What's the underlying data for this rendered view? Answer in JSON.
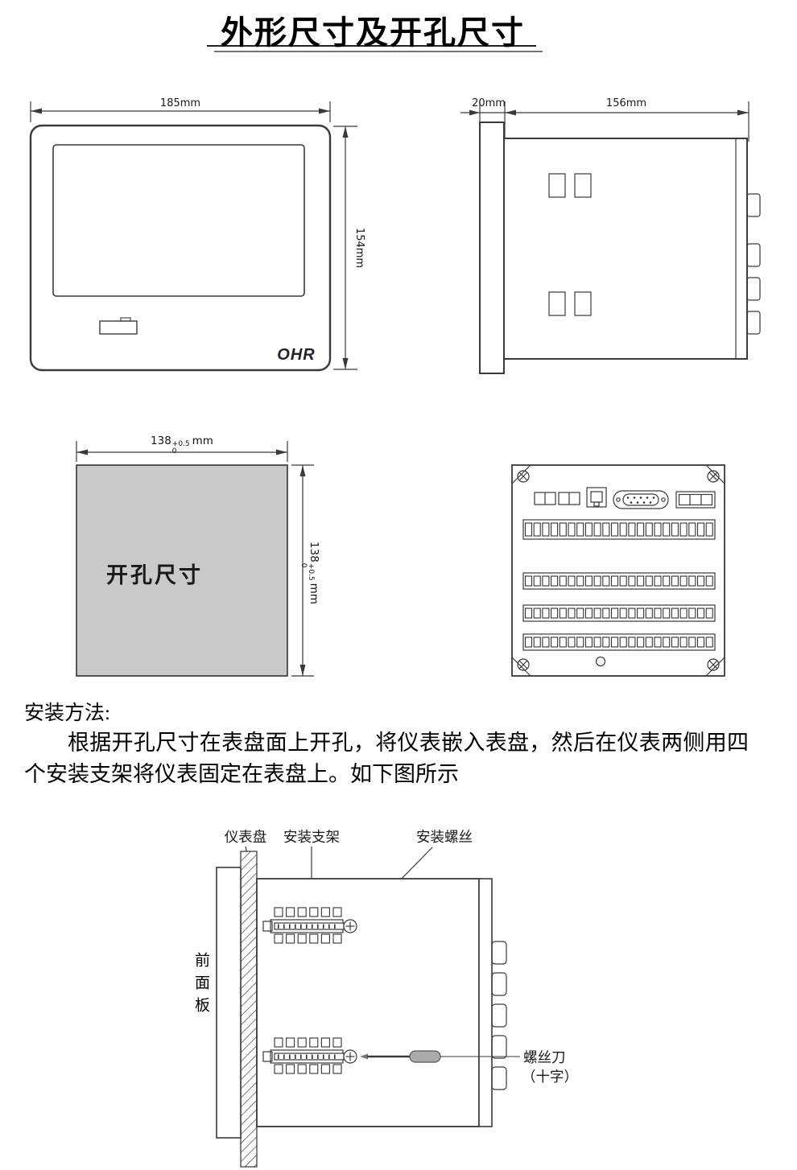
{
  "title": "外形尺寸及开孔尺寸",
  "front_view": {
    "width_label": "185mm",
    "height_label": "154mm",
    "brand": "OHR"
  },
  "side_view": {
    "flange_label": "20mm",
    "depth_label": "156mm"
  },
  "cutout": {
    "caption": "开孔尺寸",
    "value": "138",
    "tol_top": "+0.5",
    "tol_bottom": "0",
    "unit": "mm"
  },
  "install_text": {
    "heading": "安装方法:",
    "body": "根据开孔尺寸在表盘面上开孔，将仪表嵌入表盘，然后在仪表两侧用四个安装支架将仪表固定在表盘上。如下图所示"
  },
  "install_diagram": {
    "panel_label": "仪表盘",
    "bracket_label": "安装支架",
    "screw_label": "安装螺丝",
    "front_panel_label": "前面板",
    "screwdriver_label": "螺丝刀",
    "screwdriver_type": "（十字）"
  }
}
